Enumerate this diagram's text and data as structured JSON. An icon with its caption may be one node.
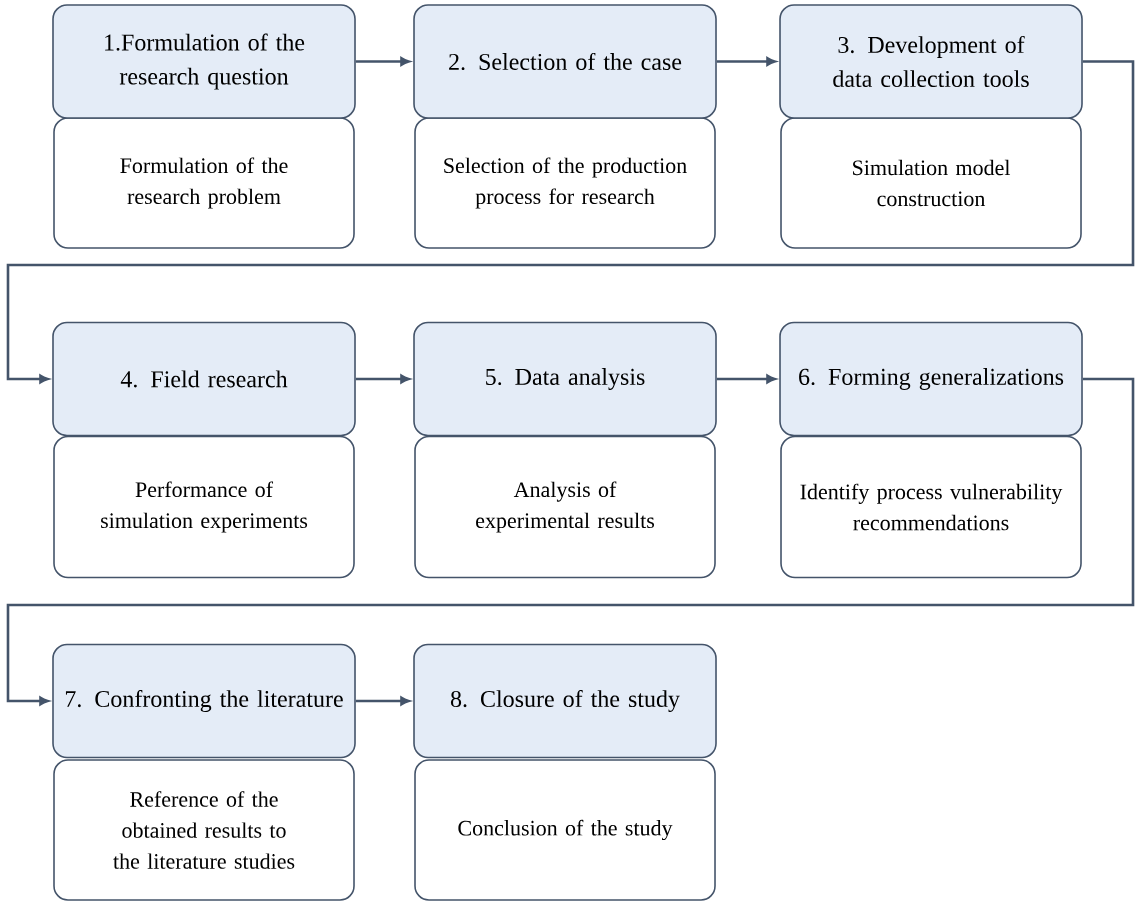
{
  "diagram": {
    "nodes": [
      {
        "text": [
          "1.Formulation of the research question"
        ]
      },
      {
        "text": [
          "Formulation of the research problem"
        ]
      },
      {
        "text": [
          "2. Selection of the case"
        ]
      },
      {
        "text": [
          "Selection of the production process for research"
        ]
      },
      {
        "text": [
          "3. Development of data collection tools"
        ]
      },
      {
        "text": [
          "Simulation model construction"
        ]
      },
      {
        "text": [
          "4. Field research"
        ]
      },
      {
        "text": [
          "Performance of simulation experiments"
        ]
      },
      {
        "text": [
          "5. Data analysis"
        ]
      },
      {
        "text": [
          "Analysis of experimental results"
        ]
      },
      {
        "text": [
          "6. Forming generalizations"
        ]
      },
      {
        "text": [
          "Identify process vulnerability recommendations"
        ]
      },
      {
        "text": [
          "7. Confronting the literature"
        ]
      },
      {
        "text": [
          "Reference of the obtained results to the literature studies"
        ]
      },
      {
        "text": [
          "8. Closure of the study"
        ]
      },
      {
        "text": [
          "Conclusion of the study"
        ]
      }
    ],
    "edges": [
      {
        "from": 0,
        "to": 2,
        "arrow": "to"
      },
      {
        "from": 2,
        "to": 4,
        "arrow": "to"
      },
      {
        "from": 4,
        "to": 6,
        "arrow": "to"
      },
      {
        "from": 6,
        "to": 8,
        "arrow": "to"
      },
      {
        "from": 8,
        "to": 10,
        "arrow": "to"
      },
      {
        "from": 10,
        "to": 12,
        "arrow": "to"
      },
      {
        "from": 12,
        "to": 14,
        "arrow": "to"
      }
    ]
  }
}
